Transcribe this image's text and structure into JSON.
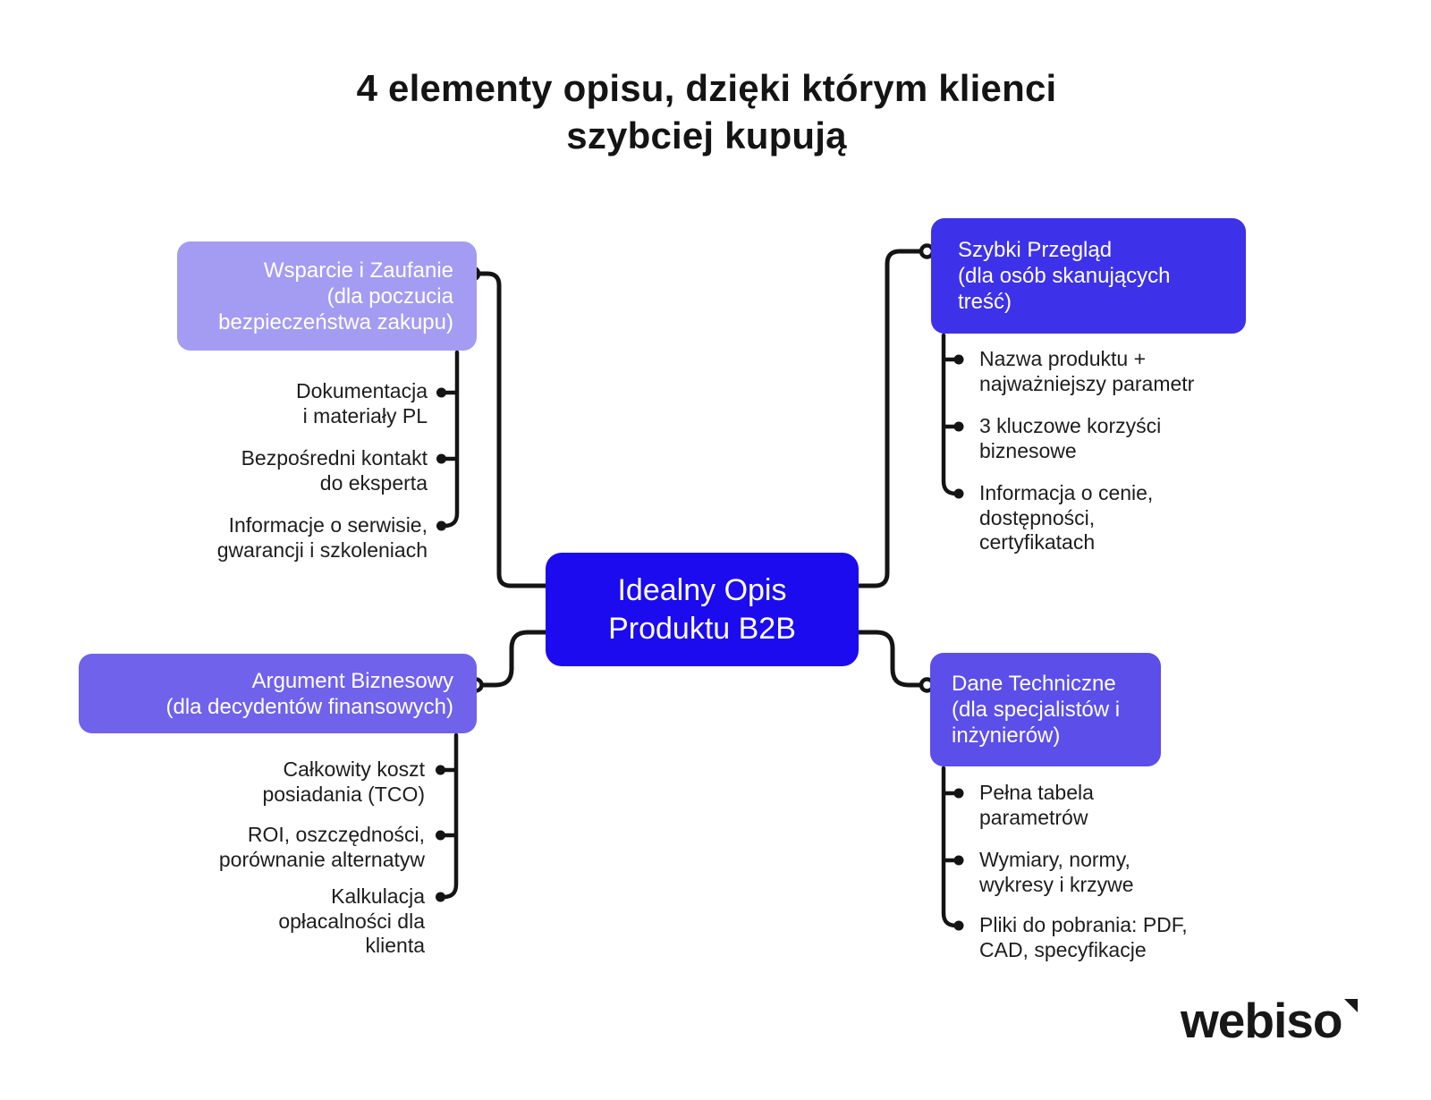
{
  "title": "4 elementy opisu, dzięki którym klienci\nszybciej kupują",
  "center": {
    "label": "Idealny Opis\nProduktu B2B"
  },
  "branches": {
    "wsparcie": {
      "title": "Wsparcie i Zaufanie\n(dla poczucia\nbezpieczeństwa zakupu)",
      "items": [
        "Dokumentacja\ni materiały PL",
        "Bezpośredni kontakt\ndo eksperta",
        "Informacje o serwisie,\ngwarancji i szkoleniach"
      ]
    },
    "szybki": {
      "title": "Szybki Przegląd\n(dla osób skanujących\ntreść)",
      "items": [
        "Nazwa produktu +\nnajważniejszy parametr",
        "3 kluczowe korzyści\nbiznesowe",
        "Informacja o cenie,\ndostępności,\ncertyfikatach"
      ]
    },
    "argument": {
      "title": "Argument Biznesowy\n(dla decydentów finansowych)",
      "items": [
        "Całkowity koszt\nposiadania (TCO)",
        "ROI, oszczędności,\nporównanie alternatyw",
        "Kalkulacja\nopłacalności dla\nklienta"
      ]
    },
    "dane": {
      "title": "Dane Techniczne\n(dla specjalistów i\ninżynierów)",
      "items": [
        "Pełna tabela\nparametrów",
        "Wymiary, normy,\nwykresy i krzywe",
        "Pliki do pobrania: PDF,\nCAD, specyfikacje"
      ]
    }
  },
  "logo": {
    "text": "webiso"
  },
  "colors": {
    "background": "#FFFFFF",
    "center_box": "#1B0BEE",
    "top_left_box": "#A49CF2",
    "top_right_box": "#3D31E9",
    "bottom_left_box": "#7062EB",
    "bottom_right_box": "#5C4EE9",
    "connector": "#141414",
    "text": "#1D1D1D"
  }
}
